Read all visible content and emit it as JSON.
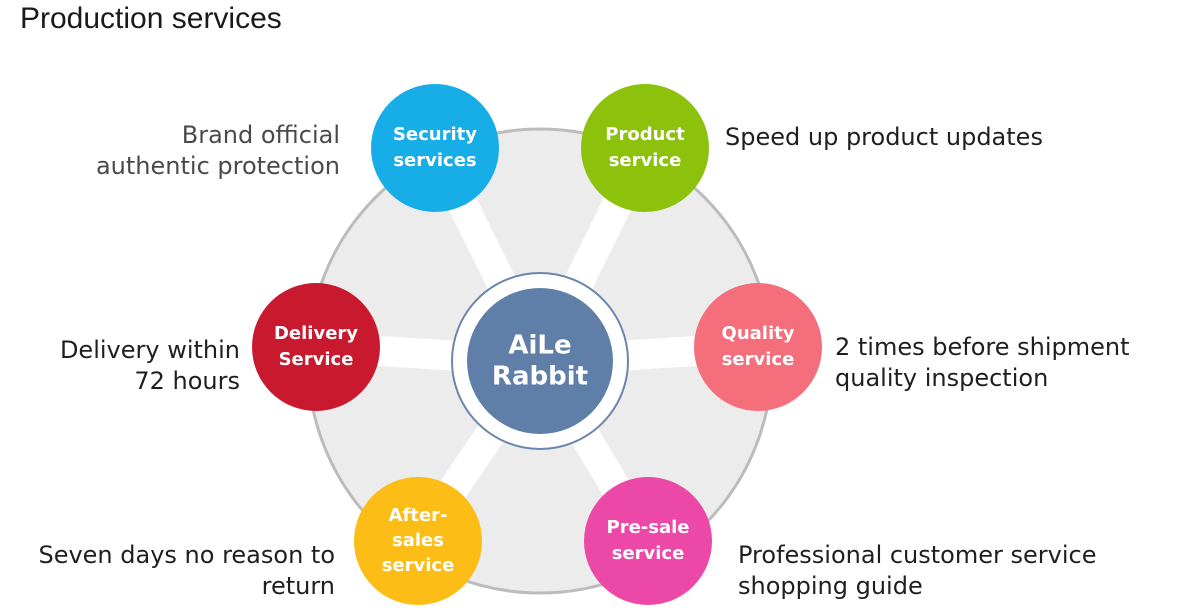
{
  "title": "Production services",
  "hub": {
    "lines": [
      "AiLe",
      "Rabbit"
    ],
    "color": "#607fa8"
  },
  "nodes": [
    {
      "id": "security",
      "lines": [
        "Security",
        "services"
      ],
      "color": "#17aee8",
      "description": [
        "Brand official",
        "authentic protection"
      ]
    },
    {
      "id": "product",
      "lines": [
        "Product",
        "service"
      ],
      "color": "#8cc10c",
      "description": [
        "Speed up product updates"
      ]
    },
    {
      "id": "quality",
      "lines": [
        "Quality",
        "service"
      ],
      "color": "#f46e7c",
      "description": [
        "2 times before shipment",
        "quality inspection"
      ]
    },
    {
      "id": "presale",
      "lines": [
        "Pre-sale",
        "service"
      ],
      "color": "#ec48a7",
      "description": [
        "Professional customer service",
        "shopping guide"
      ]
    },
    {
      "id": "aftersales",
      "lines": [
        "After-",
        "sales",
        "service"
      ],
      "color": "#fbbd16",
      "description": [
        "Seven days no reason to",
        "return"
      ]
    },
    {
      "id": "delivery",
      "lines": [
        "Delivery",
        "Service"
      ],
      "color": "#c8192e",
      "description": [
        "Delivery within",
        "72 hours"
      ]
    }
  ]
}
